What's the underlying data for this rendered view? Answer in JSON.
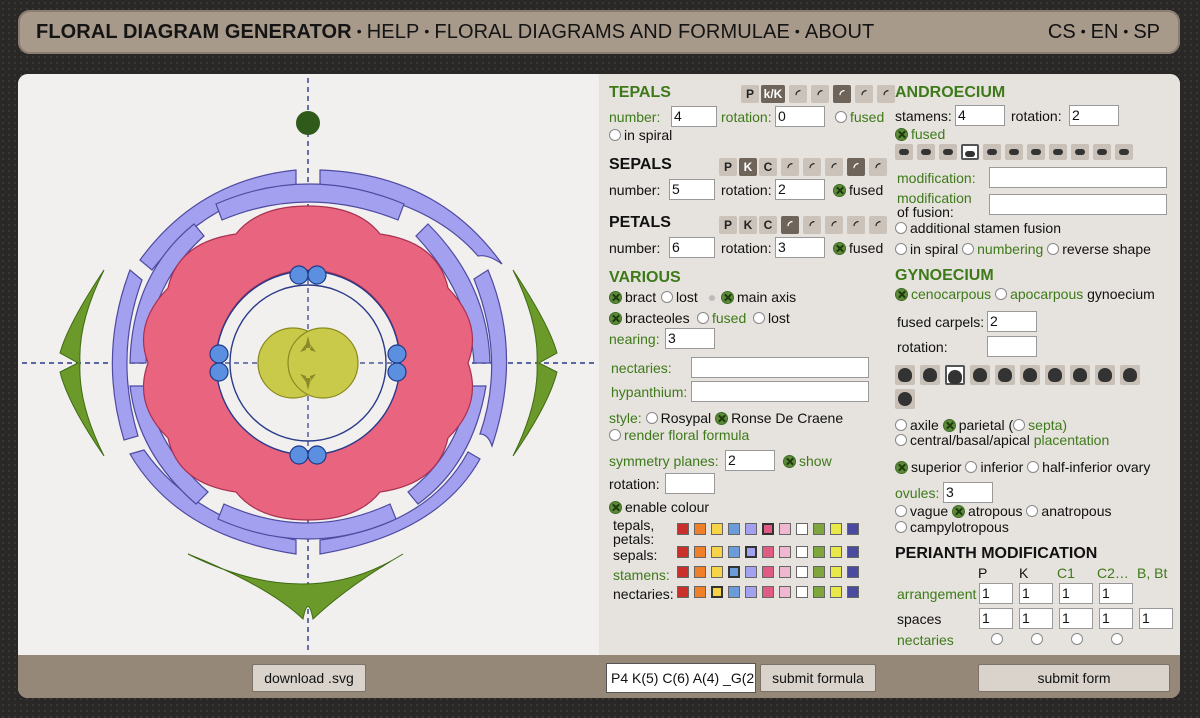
{
  "header": {
    "title": "FLORAL DIAGRAM GENERATOR",
    "nav": [
      "HELP",
      "FLORAL DIAGRAMS AND FORMULAE",
      "ABOUT"
    ],
    "langs": [
      "CS",
      "EN",
      "SP"
    ],
    "sep": "•"
  },
  "tepals": {
    "title": "TEPALS",
    "number_label": "number:",
    "number": "4",
    "rotation_label": "rotation:",
    "rotation": "0",
    "fused": "fused",
    "spiral": "in spiral",
    "btn_p": "P",
    "btn_kk": "k/K"
  },
  "sepals": {
    "title": "SEPALS",
    "number_label": "number:",
    "number": "5",
    "rotation_label": "rotation:",
    "rotation": "2",
    "fused": "fused",
    "btn_p": "P",
    "btn_k": "K",
    "btn_c": "C"
  },
  "petals": {
    "title": "PETALS",
    "number_label": "number:",
    "number": "6",
    "rotation_label": "rotation:",
    "rotation": "3",
    "fused": "fused",
    "btn_p": "P",
    "btn_k": "K",
    "btn_c": "C"
  },
  "various": {
    "title": "VARIOUS",
    "bract": "bract",
    "lost": "lost",
    "main_axis": "main axis",
    "bracteoles": "bracteoles",
    "fused": "fused",
    "lost2": "lost",
    "nearing_label": "nearing:",
    "nearing": "3",
    "nectaries_label": "nectaries:",
    "hypanthium_label": "hypanthium:",
    "style_label": "style:",
    "style_rosypal": "Rosypal",
    "style_ronse": "Ronse De Craene",
    "render_formula": "render floral formula",
    "sym_label": "symmetry planes:",
    "sym": "2",
    "show": "show",
    "rotation_label": "rotation:",
    "enable_colour": "enable colour",
    "row_tepals": "tepals,",
    "row_petals": "petals:",
    "row_sepals": "sepals:",
    "row_stamens": "stamens:",
    "row_nectaries": "nectaries:"
  },
  "androecium": {
    "title": "ANDROECIUM",
    "stamens_label": "stamens:",
    "stamens": "4",
    "rotation_label": "rotation:",
    "rotation": "2",
    "fused": "fused",
    "modification": "modification:",
    "modification_fusion_1": "modification",
    "modification_fusion_2": "of fusion:",
    "additional": "additional stamen fusion",
    "spiral": "in spiral",
    "numbering": "numbering",
    "reverse": "reverse shape"
  },
  "gynoecium": {
    "title": "GYNOECIUM",
    "cenocarpous": "cenocarpous",
    "apocarpous": "apocarpous",
    "gynoecium_word": "gynoecium",
    "fused_carpels_label": "fused carpels:",
    "fused_carpels": "2",
    "rotation_label": "rotation:",
    "axile": "axile",
    "parietal": "parietal (",
    "septa": "septa)",
    "central": "central/basal/apical",
    "placentation": "placentation",
    "superior": "superior",
    "inferior": "inferior",
    "half": "half-inferior ovary",
    "ovules_label": "ovules:",
    "ovules": "3",
    "vague": "vague",
    "atropous": "atropous",
    "anatropous": "anatropous",
    "campylotropous": "campylotropous"
  },
  "perianth": {
    "title": "PERIANTH MODIFICATION",
    "cols": [
      "P",
      "K",
      "C1",
      "C2…",
      "B, Bt"
    ],
    "arrangement": "arrangement",
    "arr_values": [
      "1",
      "1",
      "1",
      "1"
    ],
    "spaces": "spaces",
    "spc_values": [
      "1",
      "1",
      "1",
      "1",
      "1"
    ],
    "nectaries": "nectaries"
  },
  "footer": {
    "download": "download .svg",
    "formula": "P4 K(5) C(6) A(4) _G(2",
    "submit_formula": "submit formula",
    "submit_form": "submit form"
  },
  "colors": {
    "palette": [
      "#c9302c",
      "#f07f2a",
      "#f7d348",
      "#6b9bd8",
      "#a4a0f0",
      "#e05a84",
      "#f0b8d0",
      "#ffffff",
      "#7ea63c",
      "#e8e84a",
      "#4a4aa0"
    ],
    "violet": "#a4a0f0",
    "pink": "#e8647f",
    "green": "#6b9a2a",
    "yellow": "#c9c94a",
    "blue": "#5b8fe0"
  }
}
